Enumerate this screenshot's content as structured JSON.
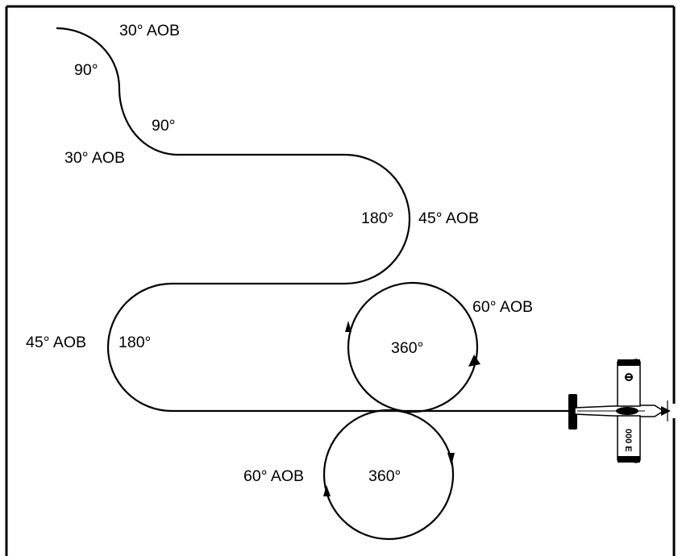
{
  "labels": {
    "aob_30_top": "30° AOB",
    "deg_90_first": "90°",
    "deg_90_second": "90°",
    "aob_30_mid": "30° AOB",
    "deg_180_right": "180°",
    "aob_45_right": "45° AOB",
    "aob_60_upper": "60° AOB",
    "deg_360_upper": "360°",
    "aob_45_left": "45° AOB",
    "deg_180_left": "180°",
    "aob_60_lower": "60° AOB",
    "deg_360_lower": "360°"
  },
  "aircraft": {
    "tail_number": "000 E"
  },
  "colors": {
    "stroke": "#000000",
    "background": "#ffffff",
    "border": "#000000"
  },
  "icons": [
    "airplane-icon",
    "turn-direction-arrow-icon"
  ]
}
